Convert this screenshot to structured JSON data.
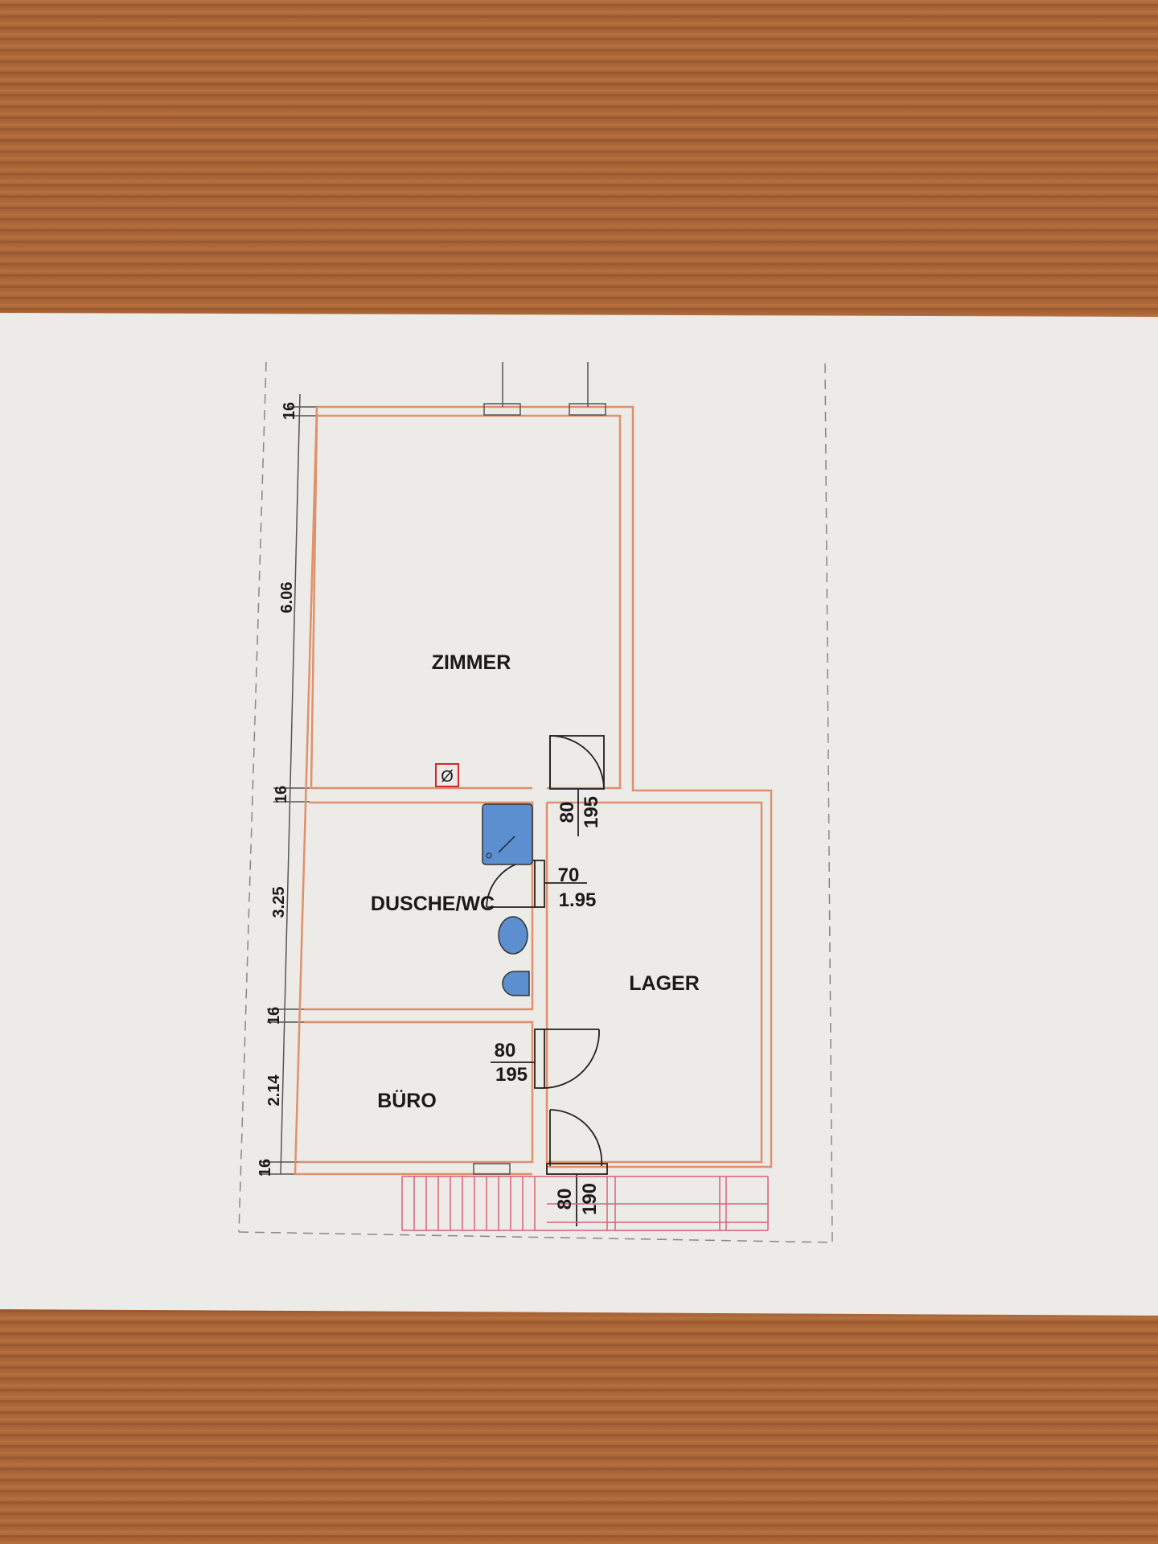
{
  "colors": {
    "wood": "#a8643a",
    "paper": "#ecebe8",
    "wall": "#e0906a",
    "fixture": "#5b8fd0",
    "stairs": "#d9607a",
    "vent_symbol": "#d02a2a"
  },
  "rooms": {
    "zimmer": "ZIMMER",
    "dusche_wc": "DUSCHE/WC",
    "lager": "LAGER",
    "buero": "BÜRO"
  },
  "dimensions": {
    "wall_top": "16",
    "zimmer_height": "6.06",
    "wall_2": "16",
    "dusche_height": "3.25",
    "wall_3": "16",
    "buero_height": "2.14",
    "wall_bottom": "16"
  },
  "doors": {
    "zimmer_lager": {
      "width": "80",
      "height": "195"
    },
    "dusche": {
      "width": "70",
      "height": "1.95"
    },
    "buero_lager": {
      "width": "80",
      "height": "195"
    },
    "entrance": {
      "width": "80",
      "height": "190"
    }
  },
  "symbols": {
    "vent": "Ø"
  }
}
